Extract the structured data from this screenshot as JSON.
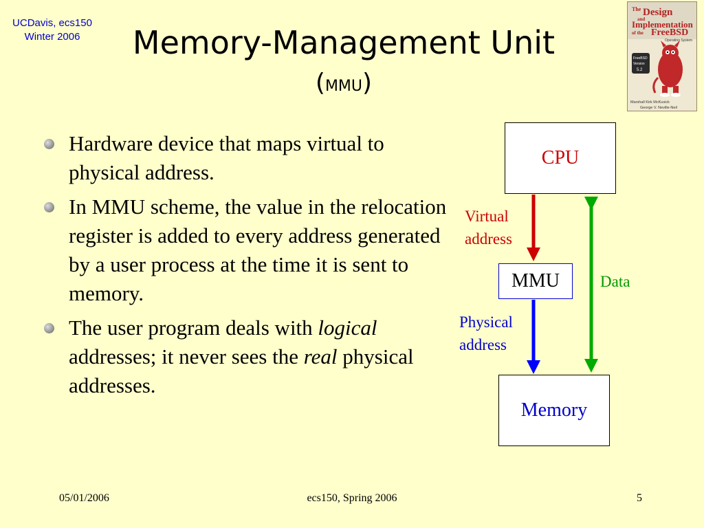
{
  "corner": {
    "line1": "UCDavis, ecs150",
    "line2": "Winter 2006"
  },
  "title": {
    "main": "Memory-Management Unit",
    "open": "(",
    "abbr": "MMU",
    "close": ")"
  },
  "book": {
    "line_the": "The",
    "line_design": "Design",
    "line_and": "and",
    "line_impl": "Implementation",
    "line_of_the": "of the",
    "line_freebsd": "FreeBSD",
    "line_os": "Operating System",
    "badge1": "FreeBSD",
    "badge2": "Version",
    "badge3": "5.2",
    "author1": "Marshall Kirk McKusick",
    "author2": "George V. Neville-Neil"
  },
  "bullets": [
    {
      "text": "Hardware device that maps virtual to physical address."
    },
    {
      "text": "In MMU scheme, the value in the relocation register is added to every address generated by a user process at the time it is sent to memory."
    },
    {
      "before": "The user program deals with ",
      "em1": "logical",
      "middle": " addresses; it never sees the ",
      "em2": "real",
      "after": " physical addresses."
    }
  ],
  "diagram": {
    "cpu": "CPU",
    "mmu": "MMU",
    "memory": "Memory",
    "virtual_line1": "Virtual",
    "virtual_line2": "address",
    "physical_line1": "Physical",
    "physical_line2": "address",
    "data": "Data",
    "colors": {
      "virtual": "#cc0000",
      "physical": "#0000ff",
      "data": "#00aa00"
    }
  },
  "footer": {
    "date": "05/01/2006",
    "course": "ecs150, Spring 2006",
    "page": "5"
  }
}
